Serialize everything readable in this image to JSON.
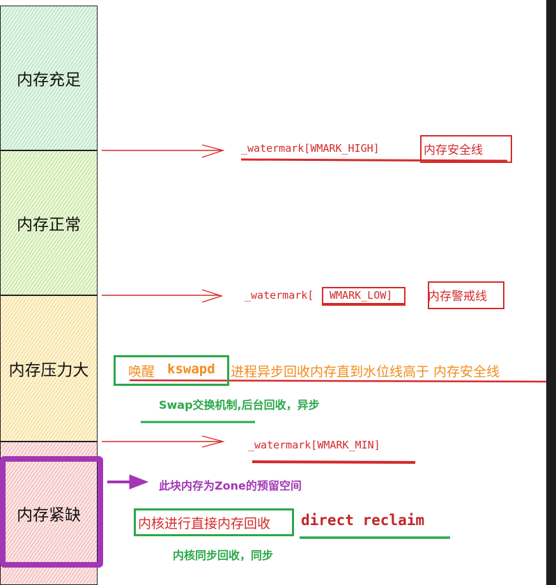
{
  "zones": [
    {
      "label": "内存充足"
    },
    {
      "label": "内存正常"
    },
    {
      "label": "内存压力大"
    },
    {
      "label": "内存紧缺"
    }
  ],
  "watermarks": {
    "high": {
      "text": "_watermark[WMARK_HIGH]",
      "tag": "内存安全线"
    },
    "low": {
      "text_prefix": "_watermark[",
      "text_key": "WMARK_LOW]",
      "tag": "内存警戒线"
    },
    "min": {
      "text": "_watermark[WMARK_MIN]"
    }
  },
  "kswapd": {
    "wake": "唤醒",
    "proc": "kswapd",
    "desc": "进程异步回收内存直到水位线高于 内存安全线",
    "note": "Swap交换机制,后台回收，异步"
  },
  "reserve": {
    "note": "此块内存为Zone的预留空间"
  },
  "direct": {
    "cn": "内核进行直接内存回收",
    "en": "direct reclaim",
    "note": "内核同步回收，同步"
  },
  "colors": {
    "red": "#d42a2a",
    "orange": "#f28c1c",
    "green": "#2aa84a",
    "purple": "#a336b5"
  }
}
